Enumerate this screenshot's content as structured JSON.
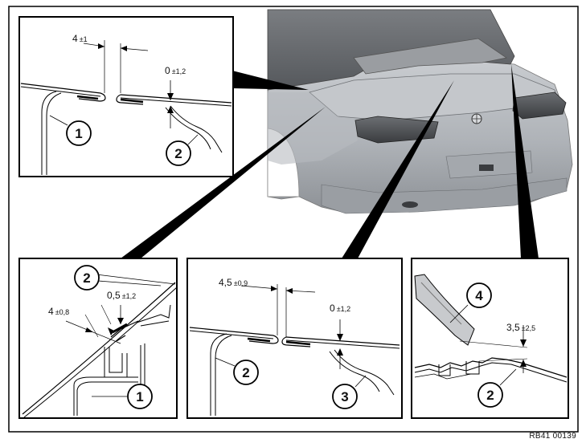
{
  "figure_ref": "RB41 00139",
  "callouts": {
    "part_1": "1",
    "part_2": "2",
    "part_3": "3",
    "part_4": "4"
  },
  "dimensions": {
    "tl_gap": {
      "value": "4",
      "tol": "±1"
    },
    "tl_flush": {
      "value": "0",
      "tol": "±1,2"
    },
    "bl_gap": {
      "value": "4",
      "tol": "±0,8"
    },
    "bl_flush": {
      "value": "0,5",
      "tol": "±1,2"
    },
    "bm_gap": {
      "value": "4,5",
      "tol": "±0,9"
    },
    "bm_flush": {
      "value": "0",
      "tol": "±1,2"
    },
    "br_flush": {
      "value": "3,5",
      "tol": "±2,5"
    }
  }
}
